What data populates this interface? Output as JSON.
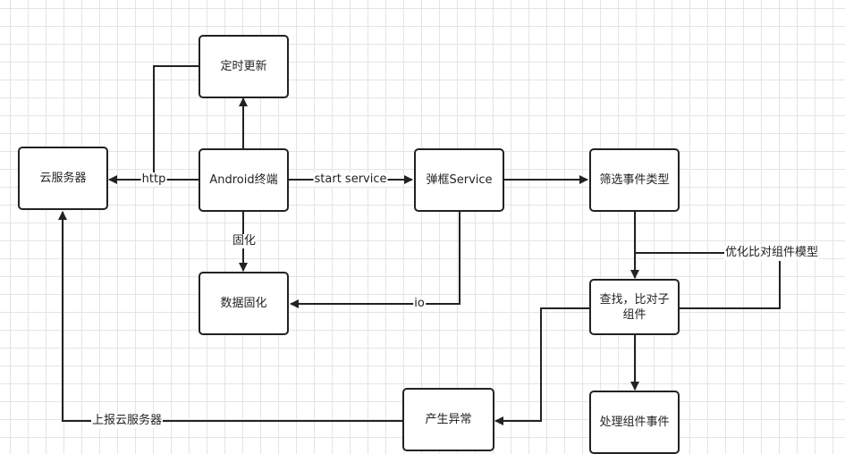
{
  "nodes": {
    "timer_update": "定时更新",
    "cloud_server": "云服务器",
    "android_terminal": "Android终端",
    "popup_service": "弹框Service",
    "filter_event_type": "筛选事件类型",
    "data_persist": "数据固化",
    "find_compare": "查找，比对子\n组件",
    "exception_occurs": "产生异常",
    "handle_component_event": "处理组件事件"
  },
  "edge_labels": {
    "http": "http",
    "start_service": "start service",
    "persist": "固化",
    "io": "io",
    "optimize_model": "优化比对组件模型",
    "report_cloud": "上报云服务器"
  }
}
